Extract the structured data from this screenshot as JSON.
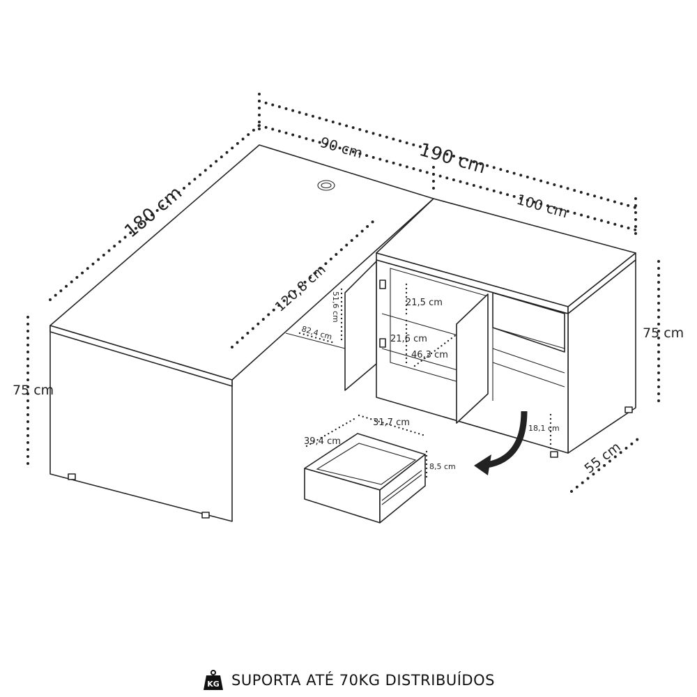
{
  "dimensions": {
    "total_width": "190 cm",
    "left_top_width": "90 cm",
    "right_top_width": "100 cm",
    "left_depth": "180 cm",
    "inner_depth": "120,8 cm",
    "height_left": "75 cm",
    "height_right": "75 cm",
    "cabinet_depth": "55 cm",
    "cabinet_inner_height": "51,6 cm",
    "leg_gap": "82,4 cm",
    "shelf_gap_top": "21,5 cm",
    "shelf_gap_bottom": "21,6 cm",
    "shelf_depth": "46,3 cm",
    "drawer_width": "39,4 cm",
    "drawer_depth": "31,7 cm",
    "drawer_height": "8,5 cm",
    "floor_clearance": "18,1 cm"
  },
  "footer": {
    "icon": "weight-kg-icon",
    "icon_label": "KG",
    "text": "SUPORTA ATÉ 70KG DISTRIBUÍDOS"
  }
}
